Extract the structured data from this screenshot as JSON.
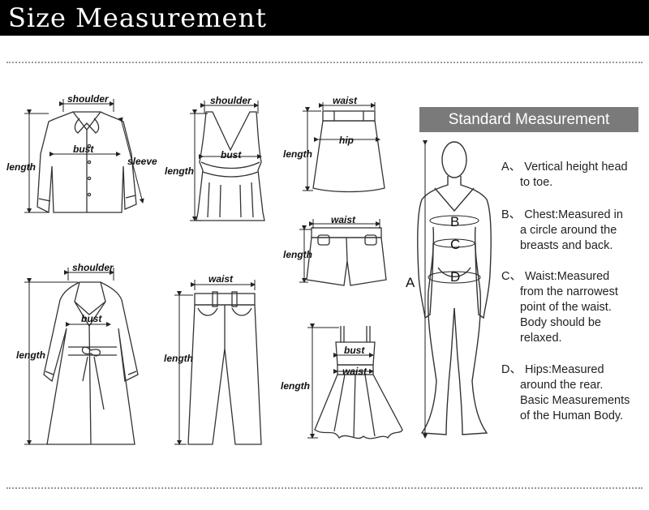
{
  "header": {
    "title": "Size Measurement"
  },
  "labels": {
    "shoulder": "shoulder",
    "bust": "bust",
    "sleeve": "sleeve",
    "length": "length",
    "waist": "waist",
    "hip": "hip"
  },
  "standard": {
    "title": "Standard Measurement",
    "letters": [
      "A",
      "B",
      "C",
      "D"
    ],
    "items": [
      {
        "letter": "A、",
        "lines": [
          "Vertical height head",
          "to toe."
        ]
      },
      {
        "letter": "B、",
        "lines": [
          "Chest:Measured in",
          "a circle around the",
          "breasts and back."
        ]
      },
      {
        "letter": "C、",
        "lines": [
          "Waist:Measured",
          "from the narrowest",
          "point of the waist.",
          "Body should be",
          "relaxed."
        ]
      },
      {
        "letter": "D、",
        "lines": [
          "Hips:Measured",
          "around the rear.",
          "Basic Measurements",
          "of the Human Body."
        ]
      }
    ]
  }
}
